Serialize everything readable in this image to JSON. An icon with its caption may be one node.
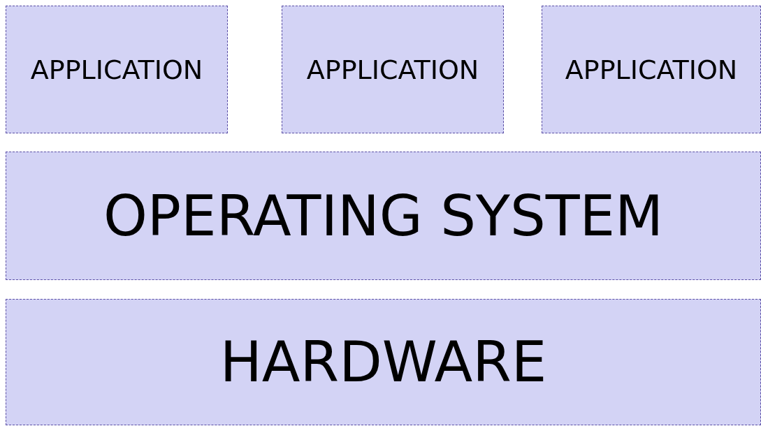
{
  "diagram": {
    "nodes": [
      {
        "text": [
          "APPLICATION"
        ]
      },
      {
        "text": [
          "APPLICATION"
        ]
      },
      {
        "text": [
          "APPLICATION"
        ]
      },
      {
        "text": [
          "OPERATING SYSTEM"
        ]
      },
      {
        "text": [
          "HARDWARE"
        ]
      }
    ]
  }
}
